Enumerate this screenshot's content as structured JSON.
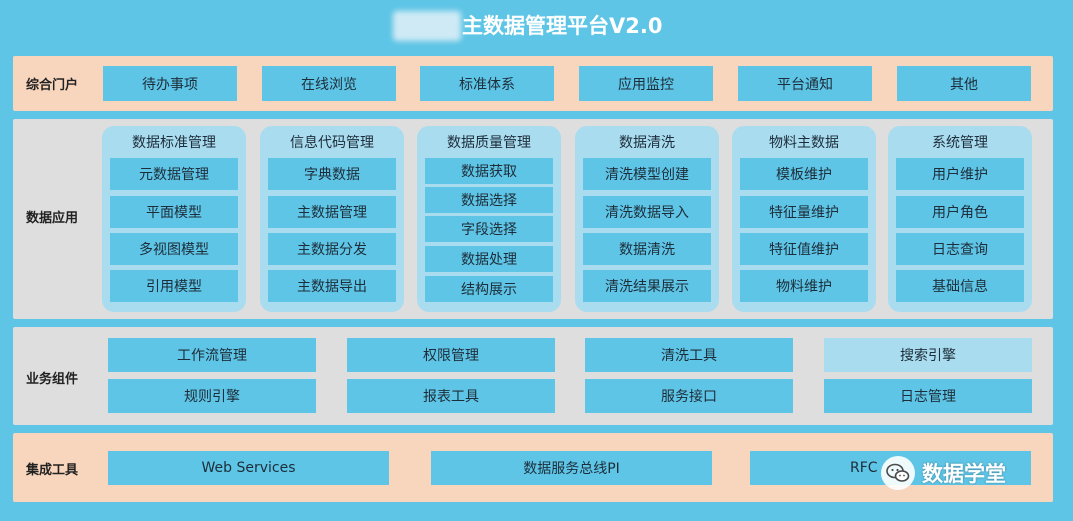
{
  "title": "主数据管理平台V2.0",
  "portal": {
    "label": "综合门户",
    "items": [
      "待办事项",
      "在线浏览",
      "标准体系",
      "应用监控",
      "平台通知",
      "其他"
    ]
  },
  "apps": {
    "label": "数据应用",
    "modules": [
      {
        "title": "数据标准管理",
        "items": [
          "元数据管理",
          "平面模型",
          "多视图模型",
          "引用模型"
        ]
      },
      {
        "title": "信息代码管理",
        "items": [
          "字典数据",
          "主数据管理",
          "主数据分发",
          "主数据导出"
        ]
      },
      {
        "title": "数据质量管理",
        "items": [
          "数据获取",
          "数据选择",
          "字段选择",
          "数据处理",
          "结构展示"
        ]
      },
      {
        "title": "数据清洗",
        "items": [
          "清洗模型创建",
          "清洗数据导入",
          "数据清洗",
          "清洗结果展示"
        ]
      },
      {
        "title": "物料主数据",
        "items": [
          "模板维护",
          "特征量维护",
          "特征值维护",
          "物料维护"
        ]
      },
      {
        "title": "系统管理",
        "items": [
          "用户维护",
          "用户角色",
          "日志查询",
          "基础信息"
        ]
      }
    ]
  },
  "components": {
    "label": "业务组件",
    "items": [
      "工作流管理",
      "权限管理",
      "清洗工具",
      "搜索引擎",
      "规则引擎",
      "报表工具",
      "服务接口",
      "日志管理"
    ]
  },
  "integration": {
    "label": "集成工具",
    "items": [
      "Web Services",
      "数据服务总线PI",
      "RFC"
    ]
  },
  "watermark": {
    "text": "数据学堂",
    "icon": "wechat-icon"
  }
}
